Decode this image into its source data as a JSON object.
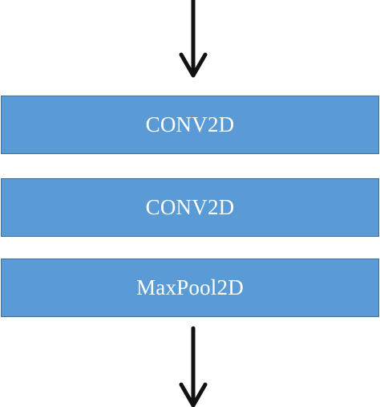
{
  "diagram": {
    "layers": [
      {
        "label": "CONV2D"
      },
      {
        "label": "CONV2D"
      },
      {
        "label": "MaxPool2D"
      }
    ]
  },
  "colors": {
    "block_fill": "#5b9bd5",
    "block_border": "#41719c",
    "block_text": "#ffffff",
    "arrow": "#111111",
    "background": "#ffffff"
  }
}
